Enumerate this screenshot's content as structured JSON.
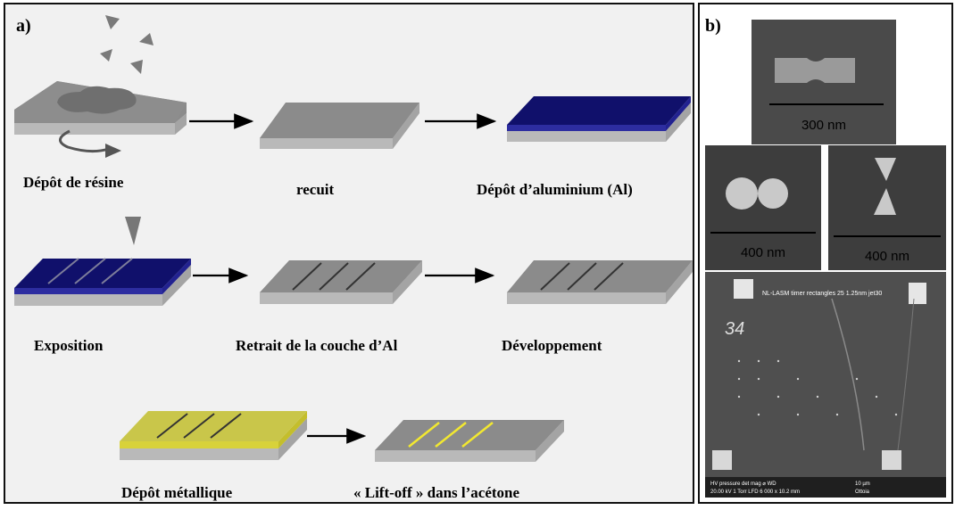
{
  "panels": {
    "a_label": "a)",
    "b_label": "b)"
  },
  "steps": [
    {
      "label": "Dépôt de résine"
    },
    {
      "label": "recuit"
    },
    {
      "label": "Dépôt d’aluminium (Al)"
    },
    {
      "label": "Exposition"
    },
    {
      "label": "Retrait de la couche d’Al"
    },
    {
      "label": "Développement"
    },
    {
      "label": "Dépôt métallique"
    },
    {
      "label": "« Lift-off » dans l’acétone"
    }
  ],
  "sem": {
    "scale_300": "300 nm",
    "scale_400a": "400 nm",
    "scale_400b": "400 nm",
    "large_overlay": "NL-LASM timer rectangles 25 1.25nm jet30",
    "large_number": "34",
    "footer_row1": "HV     pressure  det  mag ⌀    WD",
    "footer_row2": "20.00 kV  1 Torr   LFD  6 000 x  10.2 mm",
    "footer_scale": "10 µm",
    "footer_name": "Ottoia"
  },
  "colors": {
    "substrate_top": "#8b8b8b",
    "substrate_front": "#b9b9b9",
    "aluminium_blue": "#10106b",
    "metal_yellow": "#c9c64a",
    "line_yellow": "#f2e830",
    "panel_bg": "#f1f1f1",
    "sem_bg": "#3f3f3f"
  }
}
